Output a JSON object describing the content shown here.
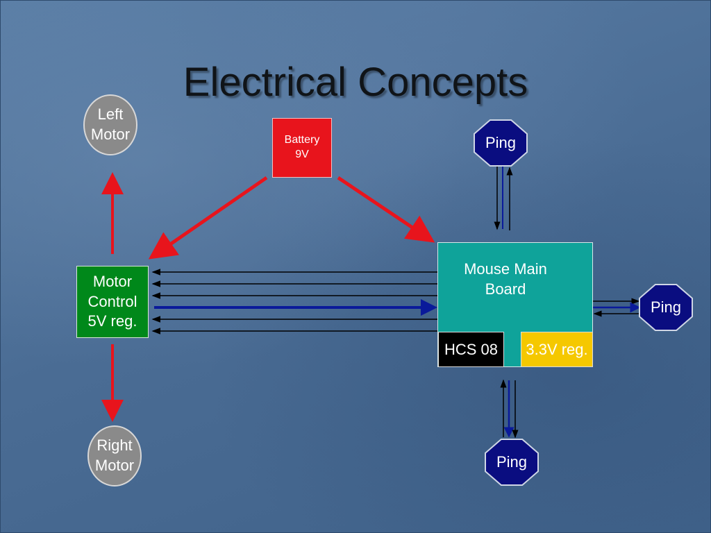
{
  "slide": {
    "title": "Electrical Concepts"
  },
  "nodes": {
    "left_motor": "Left\nMotor",
    "right_motor": "Right\nMotor",
    "battery": "Battery\n9V",
    "motor_control": "Motor\nControl\n5V reg.",
    "mouse_main_board": "Mouse Main\nBoard",
    "hcs08": "HCS 08",
    "regulator": "3.3V reg.",
    "ping_top": "Ping",
    "ping_right": "Ping",
    "ping_bottom": "Ping"
  },
  "colors": {
    "background": "#4b6e96",
    "power_arrow": "#e8141c",
    "battery": "#e8141c",
    "motor_control": "#00881a",
    "main_board": "#0fa39a",
    "hcs08": "#000000",
    "regulator": "#f5c800",
    "ping": "#0a0d80",
    "motor_circle": "#8a8a8a",
    "signal_line": "#000000",
    "data_line": "#0a1a9a",
    "regulator_arrow": "#f5c800"
  }
}
